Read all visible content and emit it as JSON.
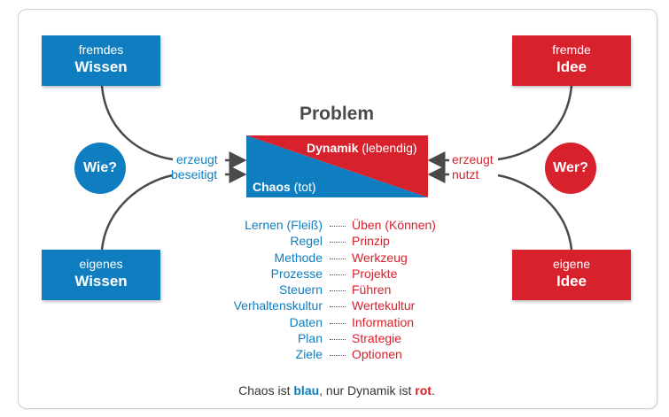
{
  "title": "Problem",
  "boxes": {
    "top_left": {
      "line1": "fremdes",
      "line2": "Wissen"
    },
    "bottom_left": {
      "line1": "eigenes",
      "line2": "Wissen"
    },
    "top_right": {
      "line1": "fremde",
      "line2": "Idee"
    },
    "bottom_right": {
      "line1": "eigene",
      "line2": "Idee"
    }
  },
  "circles": {
    "left": "Wie?",
    "right": "Wer?"
  },
  "problem_box": {
    "top_bold": "Dynamik",
    "top_rest": " (lebendig)",
    "bottom_bold": "Chaos",
    "bottom_rest": " (tot)"
  },
  "arrow_labels": {
    "left_top": "erzeugt",
    "left_bottom": "beseitigt",
    "right_top": "erzeugt",
    "right_bottom": "nutzt"
  },
  "pairs": [
    {
      "left": "Lernen (Fleiß)",
      "right": "Üben (Können)"
    },
    {
      "left": "Regel",
      "right": "Prinzip"
    },
    {
      "left": "Methode",
      "right": "Werkzeug"
    },
    {
      "left": "Prozesse",
      "right": "Projekte"
    },
    {
      "left": "Steuern",
      "right": "Führen"
    },
    {
      "left": "Verhaltenskultur",
      "right": "Wertekultur"
    },
    {
      "left": "Daten",
      "right": "Information"
    },
    {
      "left": "Plan",
      "right": "Strategie"
    },
    {
      "left": "Ziele",
      "right": "Optionen"
    }
  ],
  "footer": {
    "part1": "Chaos ist ",
    "blue_word": "blau",
    "part2": ", nur Dynamik ist ",
    "red_word": "rot",
    "part3": "."
  },
  "colors": {
    "blue": "#0e7ec1",
    "red": "#d7212c",
    "line": "#4a4a4a"
  }
}
